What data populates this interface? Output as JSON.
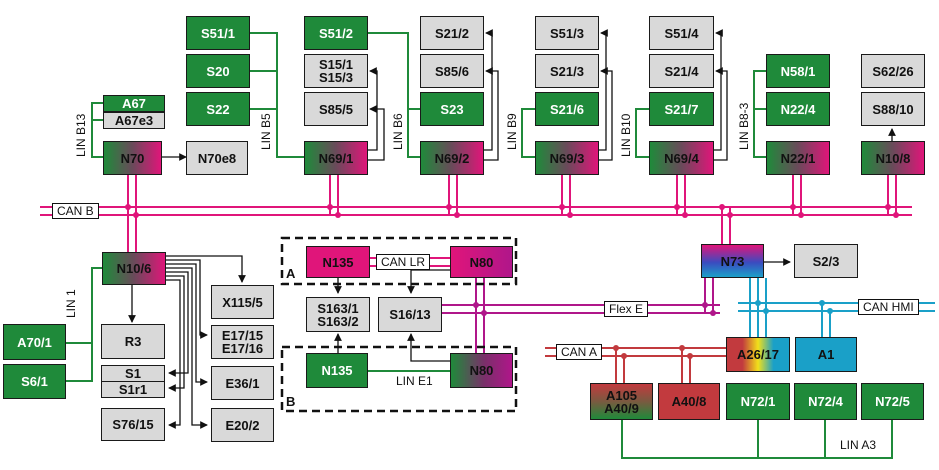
{
  "colors": {
    "lin_green": "#1f8a3a",
    "can_b_magenta": "#e0157a",
    "flex_e_purple": "#b0168a",
    "can_hmi_cyan": "#1aa0c8",
    "can_a_red": "#c23a3e",
    "sensor_gray": "#d9d9d9"
  },
  "buses": {
    "can_b": "CAN B",
    "can_lr": "CAN LR",
    "flex_e": "Flex E",
    "can_hmi": "CAN HMI",
    "can_a": "CAN A",
    "lin_b13": "LIN B13",
    "lin_b5": "LIN B5",
    "lin_b6": "LIN B6",
    "lin_b9": "LIN B9",
    "lin_b10": "LIN B10",
    "lin_b8_3": "LIN B8-3",
    "lin_1": "LIN 1",
    "lin_e1": "LIN E1",
    "lin_a3": "LIN A3"
  },
  "groups": {
    "a": "A",
    "b": "B"
  },
  "modules": {
    "s51_1": "S51/1",
    "s20": "S20",
    "s22": "S22",
    "s51_2": "S51/2",
    "s15": [
      "S15/1",
      "S15/3"
    ],
    "s85_5": "S85/5",
    "s21_2": "S21/2",
    "s85_6": "S85/6",
    "s23": "S23",
    "s51_3": "S51/3",
    "s21_3": "S21/3",
    "s21_6": "S21/6",
    "s51_4": "S51/4",
    "s21_4": "S21/4",
    "s21_7": "S21/7",
    "n58_1": "N58/1",
    "n22_4": "N22/4",
    "s62_26": "S62/26",
    "s88_10": "S88/10",
    "a67": "A67",
    "a67e3": "A67e3",
    "n70": "N70",
    "n70e8": "N70e8",
    "n69_1": "N69/1",
    "n69_2": "N69/2",
    "n69_3": "N69/3",
    "n69_4": "N69/4",
    "n22_1": "N22/1",
    "n10_8": "N10/8",
    "n10_6": "N10/6",
    "x115_5": "X115/5",
    "e17": [
      "E17/15",
      "E17/16"
    ],
    "e36_1": "E36/1",
    "e20_2": "E20/2",
    "r3": "R3",
    "s1": "S1",
    "s1r1": "S1r1",
    "s76_15": "S76/15",
    "a70_1": "A70/1",
    "s6_1": "S6/1",
    "n135_a": "N135",
    "n80_a": "N80",
    "s163": [
      "S163/1",
      "S163/2"
    ],
    "s16_13": "S16/13",
    "n135_b": "N135",
    "n80_b": "N80",
    "n73": "N73",
    "s2_3": "S2/3",
    "a26_17": "A26/17",
    "a1": "A1",
    "a105": [
      "A105",
      "A40/9"
    ],
    "a40_8": "A40/8",
    "n72_1": "N72/1",
    "n72_4": "N72/4",
    "n72_5": "N72/5"
  }
}
